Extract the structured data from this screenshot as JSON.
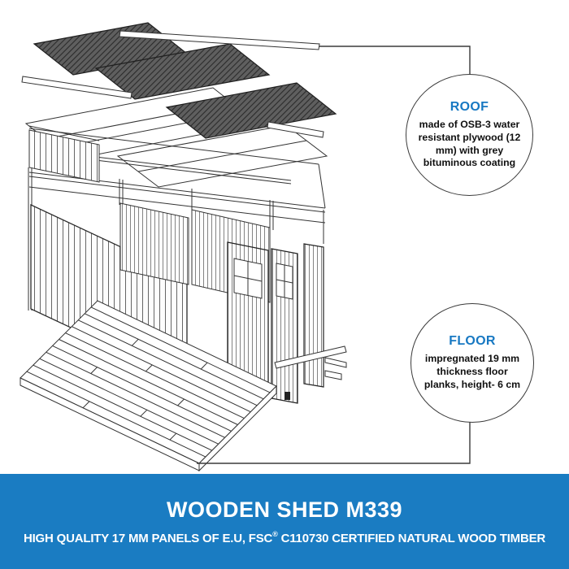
{
  "callouts": {
    "roof": {
      "title": "ROOF",
      "body": "made of OSB-3 water resistant plywood (12 mm) with grey bituminous coating"
    },
    "floor": {
      "title": "FLOOR",
      "body": "impregnated 19 mm thickness floor planks, height- 6 cm"
    }
  },
  "banner": {
    "title": "WOODEN SHED M339",
    "subtitle_prefix": "HIGH QUALITY 17 MM PANELS OF E.U, FSC",
    "subtitle_reg": "®",
    "subtitle_suffix": " C110730 CERTIFIED NATURAL WOOD TIMBER"
  },
  "colors": {
    "accent_blue": "#1778c2",
    "banner_blue": "#1a7cc2",
    "roof_coating_grey": "#5f5f5f",
    "line_color": "#333333"
  }
}
